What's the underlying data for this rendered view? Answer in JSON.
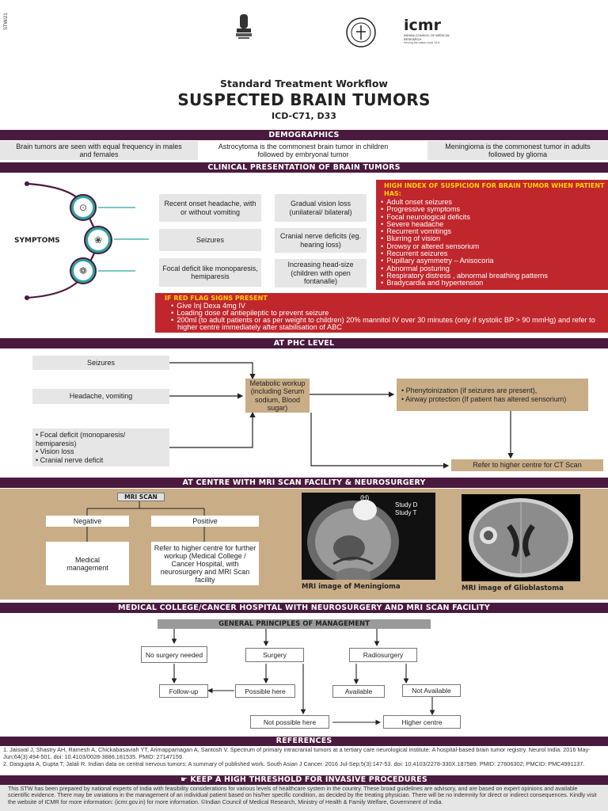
{
  "header": {
    "side_code": "STW/21",
    "emblem_label": "Government of India emblem",
    "icmr_text": "icmr",
    "icmr_full": "INDIAN COUNCIL OF MEDICAL RESEARCH",
    "icmr_tagline": "Serving the nation since 1911",
    "subtitle": "Standard Treatment Workflow",
    "title": "SUSPECTED BRAIN TUMORS",
    "code": "ICD-C71, D33"
  },
  "demographics": {
    "heading": "DEMOGRAPHICS",
    "items": [
      "Brain tumors are seen with equal frequency in males and females",
      "Astrocytoma is the commonest brain tumor in children followed by embryonal  tumor",
      "Meningioma is the commonest tumor in adults followed by glioma"
    ]
  },
  "clinical": {
    "heading": "CLINICAL PRESENTATION OF BRAIN TUMORS",
    "symptoms_label": "SYMPTOMS",
    "col1": [
      "Recent onset headache, with or without vomiting",
      "Seizures",
      "Focal deficit like monoparesis, hemiparesis"
    ],
    "col2": [
      "Gradual vision loss (unilateral/ bilateral)",
      "Cranial nerve deficits (eg. hearing loss)",
      "Increasing head-size (children with open fontanalle)"
    ],
    "suspicion_heading": "HIGH INDEX OF SUSPICION FOR BRAIN TUMOR WHEN PATIENT HAS:",
    "suspicion_items": [
      "Adult onset seizures",
      "Progressive symptoms",
      "Focal neurological deficits",
      "Severe headache",
      "Recurrent vomitings",
      "Blurring of vision",
      "Drowsy or altered sensorium",
      "Recurrent seizures",
      "Pupillary asymmetry – Anisocoria",
      "Abnormal posturing",
      "Respiratory distress , abnormal breathing patterns",
      "Bradycardia and hypertension"
    ],
    "red_flag_heading": "IF RED FLAG SIGNS PRESENT",
    "red_flag_items": [
      "Give Inj Dexa 4mg IV",
      "Loading dose of antiepileptic to prevent seizure",
      "200ml (to adult patients or as per weight to children) 20% mannitol IV over 30 minutes (only if systolic BP > 90 mmHg) and refer to higher centre immediately after stabilisation of ABC"
    ]
  },
  "phc": {
    "heading": "AT PHC LEVEL",
    "seizures": "Seizures",
    "headache": "Headache, vomiting",
    "focal": [
      "Focal deficit (monoparesis/ hemiparesis)",
      "Vision loss",
      "Cranial nerve deficit"
    ],
    "metabolic": "Metabolic workup (including Serum sodium, Blood sugar)",
    "management": [
      "Phenytoinization (if seizures are present),",
      "Airway protection (If patient has altered sensorium)"
    ],
    "refer": "Refer to higher centre  for CT Scan"
  },
  "mri_centre": {
    "heading": "AT CENTRE WITH MRI SCAN FACILITY & NEUROSURGERY",
    "mri_scan": "MRI SCAN",
    "negative": "Negative",
    "positive": "Positive",
    "medical": "Medical management",
    "refer_higher": "Refer to higher centre for further workup (Medical College / Cancer Hospital, with neurosurgery and MRI Scan facility",
    "image1_caption": "MRI image of Meningioma",
    "image2_caption": "MRI image of Glioblastoma",
    "image1_overlay": [
      "Study D",
      "Study T"
    ],
    "image1_marker": "(H)"
  },
  "college": {
    "heading": "MEDICAL COLLEGE/CANCER HOSPITAL WITH NEUROSURGERY AND MRI SCAN FACILITY",
    "principles": "GENERAL PRINCIPLES OF MANAGEMENT",
    "no_surgery": "No surgery needed",
    "surgery": "Surgery",
    "radiosurgery": "Radiosurgery",
    "followup": "Follow-up",
    "possible": "Possible here",
    "available": "Available",
    "not_available": "Not Available",
    "not_possible": "Not possible here",
    "higher_centre": "Higher centre"
  },
  "references": {
    "heading": "REFERENCES",
    "items": [
      "1. Jaiswal J, Shastry AH, Ramesh A, Chickabasaviah YT, Arimappamagan A, Santosh V. Spectrum of primary intracranial tumors at a tertiary care neurological institute: A hospital-based brain tumor registry. Neurol India. 2016 May-Jun;64(3):494-501. doi: 10.4103/0028-3886.181535. PMID: 27147159.",
      "2. Dasgupta A, Gupta T, Jalali R. Indian data on central nervous tumors: A summary of published work. South Asian J Cancer. 2016 Jul-Sep;5(3):147-53. doi: 10.4103/2278-330X.187589. PMID: 27606302; PMCID: PMC4991137."
    ]
  },
  "footer": {
    "threshold": "KEEP A HIGH THRESHOLD FOR INVASIVE PROCEDURES",
    "disclaimer": "This STW has been prepared by national experts of India with feasibility considerations for various levels of healthcare system in the country. These broad guidelines are advisory, and are based on expert opinions and available scientific evidence. There may be variations in the management of an individual patient based on his/her specific condition, as decided by the treating physician. There will be no indemnity for direct or indirect consequences. Kindly visit the website of ICMR for more information: (icmr.gov.in) for more information. ©Indian Council of Medical Research, Ministry of Health & Family Welfare, Government of India."
  },
  "colors": {
    "band": "#4a1a3e",
    "red": "#c0272d",
    "tan": "#c9ad87",
    "gray": "#e6e6e6",
    "yellow": "#ffd200"
  }
}
